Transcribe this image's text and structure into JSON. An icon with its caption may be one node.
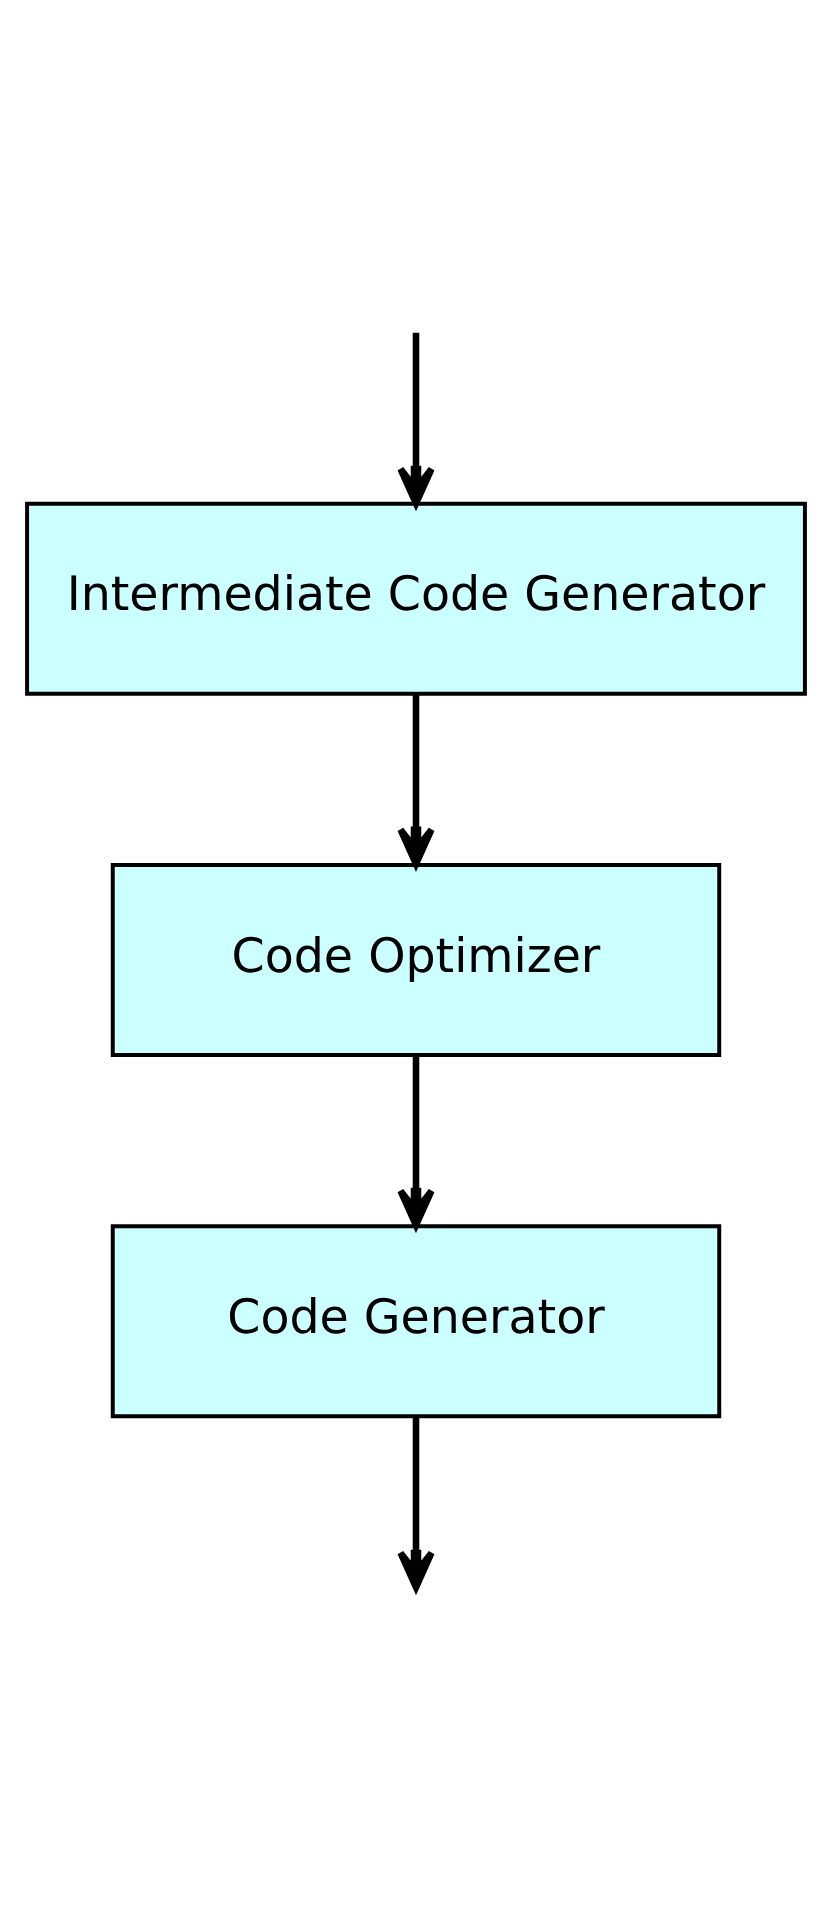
{
  "diagram": {
    "nodes": [
      {
        "text": [
          "Intermediate Code Generator"
        ]
      },
      {
        "text": [
          "Code Optimizer"
        ]
      },
      {
        "text": [
          "Code Generator"
        ]
      }
    ],
    "edges": [
      {
        "from": null,
        "to": 0,
        "arrow": "to"
      },
      {
        "from": 0,
        "to": 1,
        "arrow": "to"
      },
      {
        "from": 1,
        "to": 2,
        "arrow": "to"
      },
      {
        "from": 2,
        "to": null,
        "arrow": "to"
      }
    ]
  }
}
